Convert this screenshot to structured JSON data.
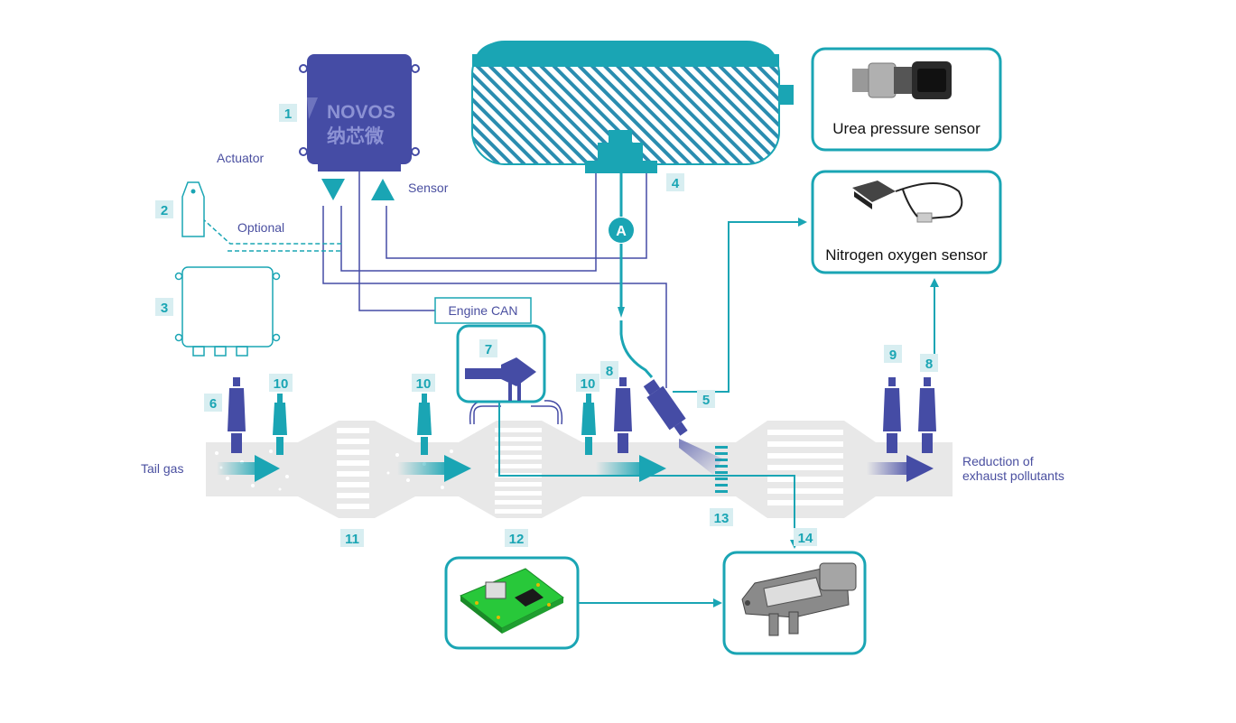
{
  "colors": {
    "teal": "#1aa5b4",
    "navy": "#454ca5",
    "num_bg": "#d8eef1",
    "pipe": "#e8e8e8"
  },
  "ecu": {
    "logo_latin": "NOVOS",
    "logo_cjk": "纳芯微"
  },
  "labels": {
    "actuator": "Actuator",
    "sensor": "Sensor",
    "optional": "Optional",
    "engine_can": "Engine CAN",
    "tail_gas": "Tail gas",
    "reduction_line1": "Reduction of",
    "reduction_line2": "exhaust pollutants",
    "point_a": "A"
  },
  "boxes": {
    "urea_pressure_sensor": "Urea pressure sensor",
    "nitrogen_oxygen_sensor": "Nitrogen oxygen sensor"
  },
  "numbers": {
    "n1": "1",
    "n2": "2",
    "n3": "3",
    "n4": "4",
    "n5": "5",
    "n6": "6",
    "n7": "7",
    "n8a": "8",
    "n8b": "8",
    "n9": "9",
    "n10a": "10",
    "n10b": "10",
    "n10c": "10",
    "n11": "11",
    "n12": "12",
    "n13": "13",
    "n14": "14"
  }
}
